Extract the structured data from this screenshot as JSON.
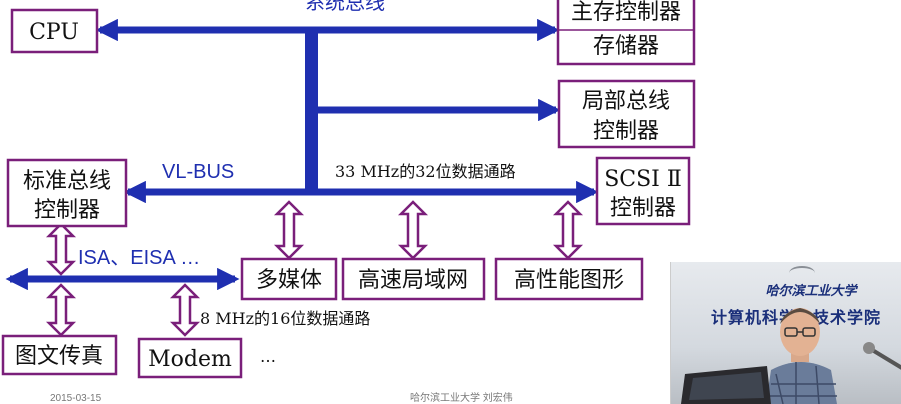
{
  "bus_labels": {
    "system_bus": "系统总线",
    "vl_bus": "VL-BUS",
    "vl_bus_spec": "33 MHz的32位数据通路",
    "isa_bus": "ISA、EISA  …",
    "isa_bus_spec": "8 MHz的16位数据通路"
  },
  "boxes": {
    "cpu": "CPU",
    "main_memory_controller": "主存控制器",
    "memory": "存储器",
    "local_bus_controller_line1": "局部总线",
    "local_bus_controller_line2": "控制器",
    "standard_bus_controller_line1": "标准总线",
    "standard_bus_controller_line2": "控制器",
    "scsi_line1": "SCSI Ⅱ",
    "scsi_line2": "控制器",
    "multimedia": "多媒体",
    "high_speed_lan": "高速局域网",
    "high_perf_graphics": "高性能图形",
    "fax": "图文传真",
    "modem": "Modem"
  },
  "ellipsis": "…",
  "footer": {
    "date": "2015-03-15",
    "author": "哈尔滨工业大学   刘宏伟"
  },
  "video": {
    "banner_line1": "哈尔滨工业大学",
    "banner_line2": "计算机科学与技术学院"
  },
  "colors": {
    "bus": "#1f2fb0",
    "box_border": "#7a1f7a"
  }
}
